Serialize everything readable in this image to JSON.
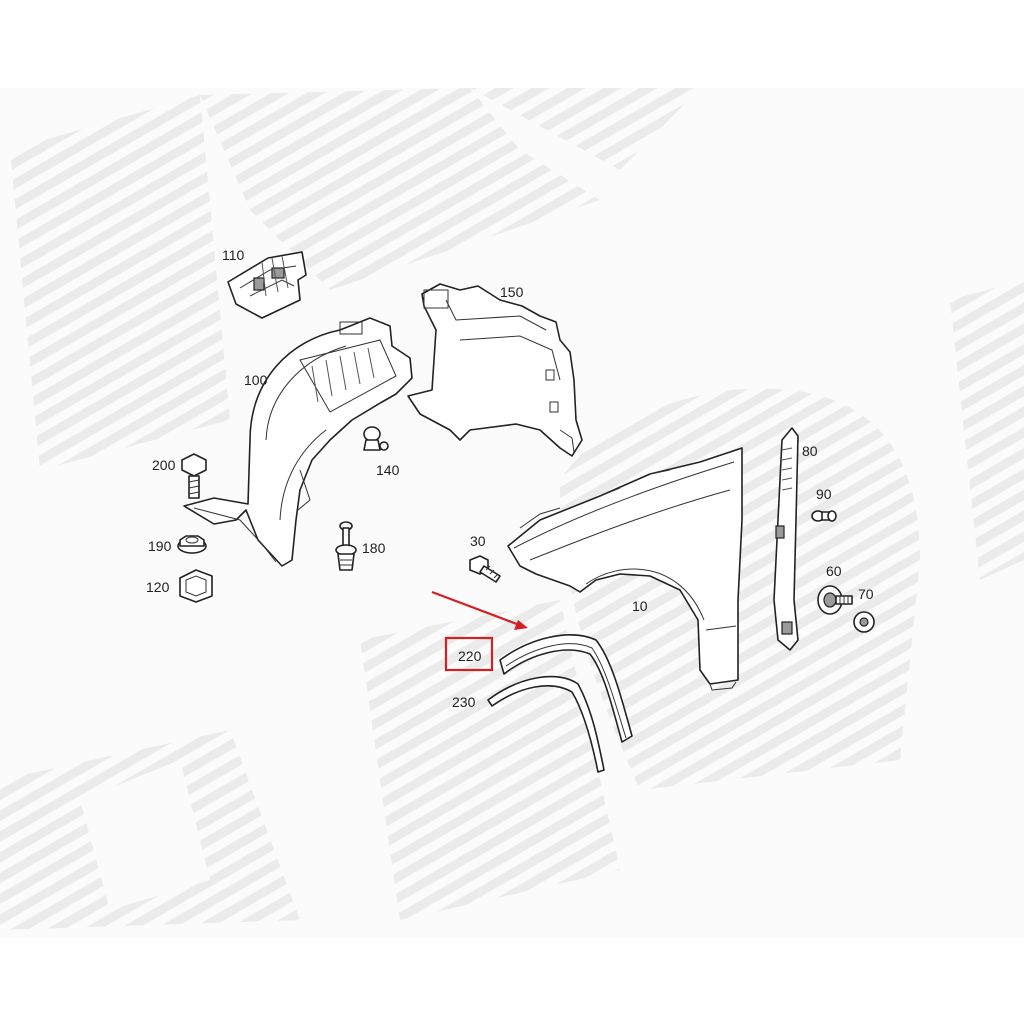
{
  "diagram": {
    "callouts": {
      "p110": "110",
      "p150": "150",
      "p100": "100",
      "p200": "200",
      "p140": "140",
      "p190": "190",
      "p180": "180",
      "p120": "120",
      "p30": "30",
      "p80": "80",
      "p90": "90",
      "p60": "60",
      "p70": "70",
      "p10": "10",
      "p220": "220",
      "p230": "230"
    },
    "highlight": {
      "part": "220",
      "color": "#d42020"
    },
    "watermark_color": "#ebebeb"
  }
}
